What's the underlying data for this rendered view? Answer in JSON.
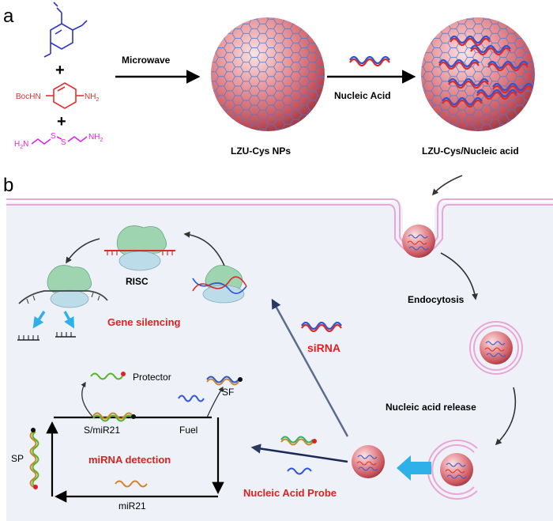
{
  "panel_a": {
    "letter": "a",
    "microwave_label": "Microwave",
    "np_label": "LZU-Cys NPs",
    "nucleic_label": "Nucleic Acid",
    "loaded_label": "LZU-Cys/Nucleic acid",
    "plus": "+",
    "boc_label": "BocHN",
    "nh2_label": "NH",
    "nh2_sub": "2",
    "h2n_label": "H",
    "h2n_sub": "2",
    "h2n_n": "N",
    "s_label": "S"
  },
  "panel_b": {
    "letter": "b",
    "risc_label": "RISC",
    "gene_label": "Gene silencing",
    "sirna_label": "siRNA",
    "endocytosis_label": "Endocytosis",
    "release_label": "Nucleic acid release",
    "protector_label": "Protector",
    "sf_label": "SF",
    "smir_label": "S/miR21",
    "fuel_label": "Fuel",
    "sp_label": "SP",
    "mirna_detect_label": "miRNA detection",
    "mir21_label": "miR21",
    "probe_label": "Nucleic Acid Probe"
  },
  "colors": {
    "background_panel": "#eef2f8",
    "membrane": "#e9a6d6",
    "sphere": "#e07e84",
    "red_text": "#e02020",
    "arrow_dark": "#1c2a55",
    "arrow_cyan": "#2eb0e8"
  }
}
